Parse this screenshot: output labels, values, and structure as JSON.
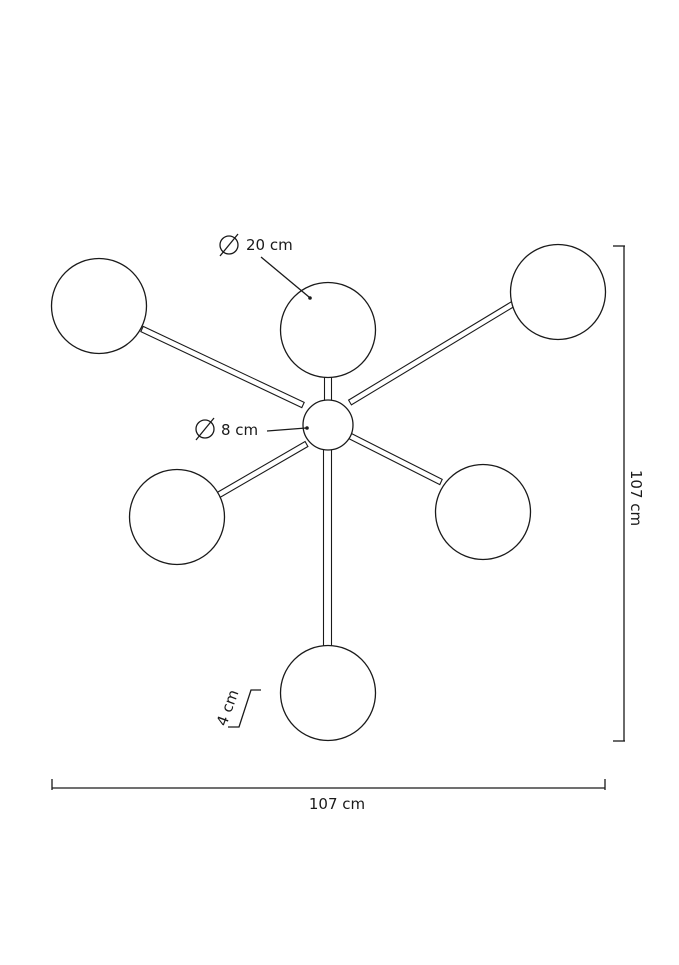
{
  "labels": {
    "globe_diameter": "20 cm",
    "hub_diameter": "8 cm",
    "arm_width": "4 cm",
    "width": "107 cm",
    "height": "107 cm"
  },
  "colors": {
    "line": "#1a1a1a",
    "background": "#ffffff"
  },
  "icons": {
    "diameter_symbol": "diameter-icon"
  }
}
